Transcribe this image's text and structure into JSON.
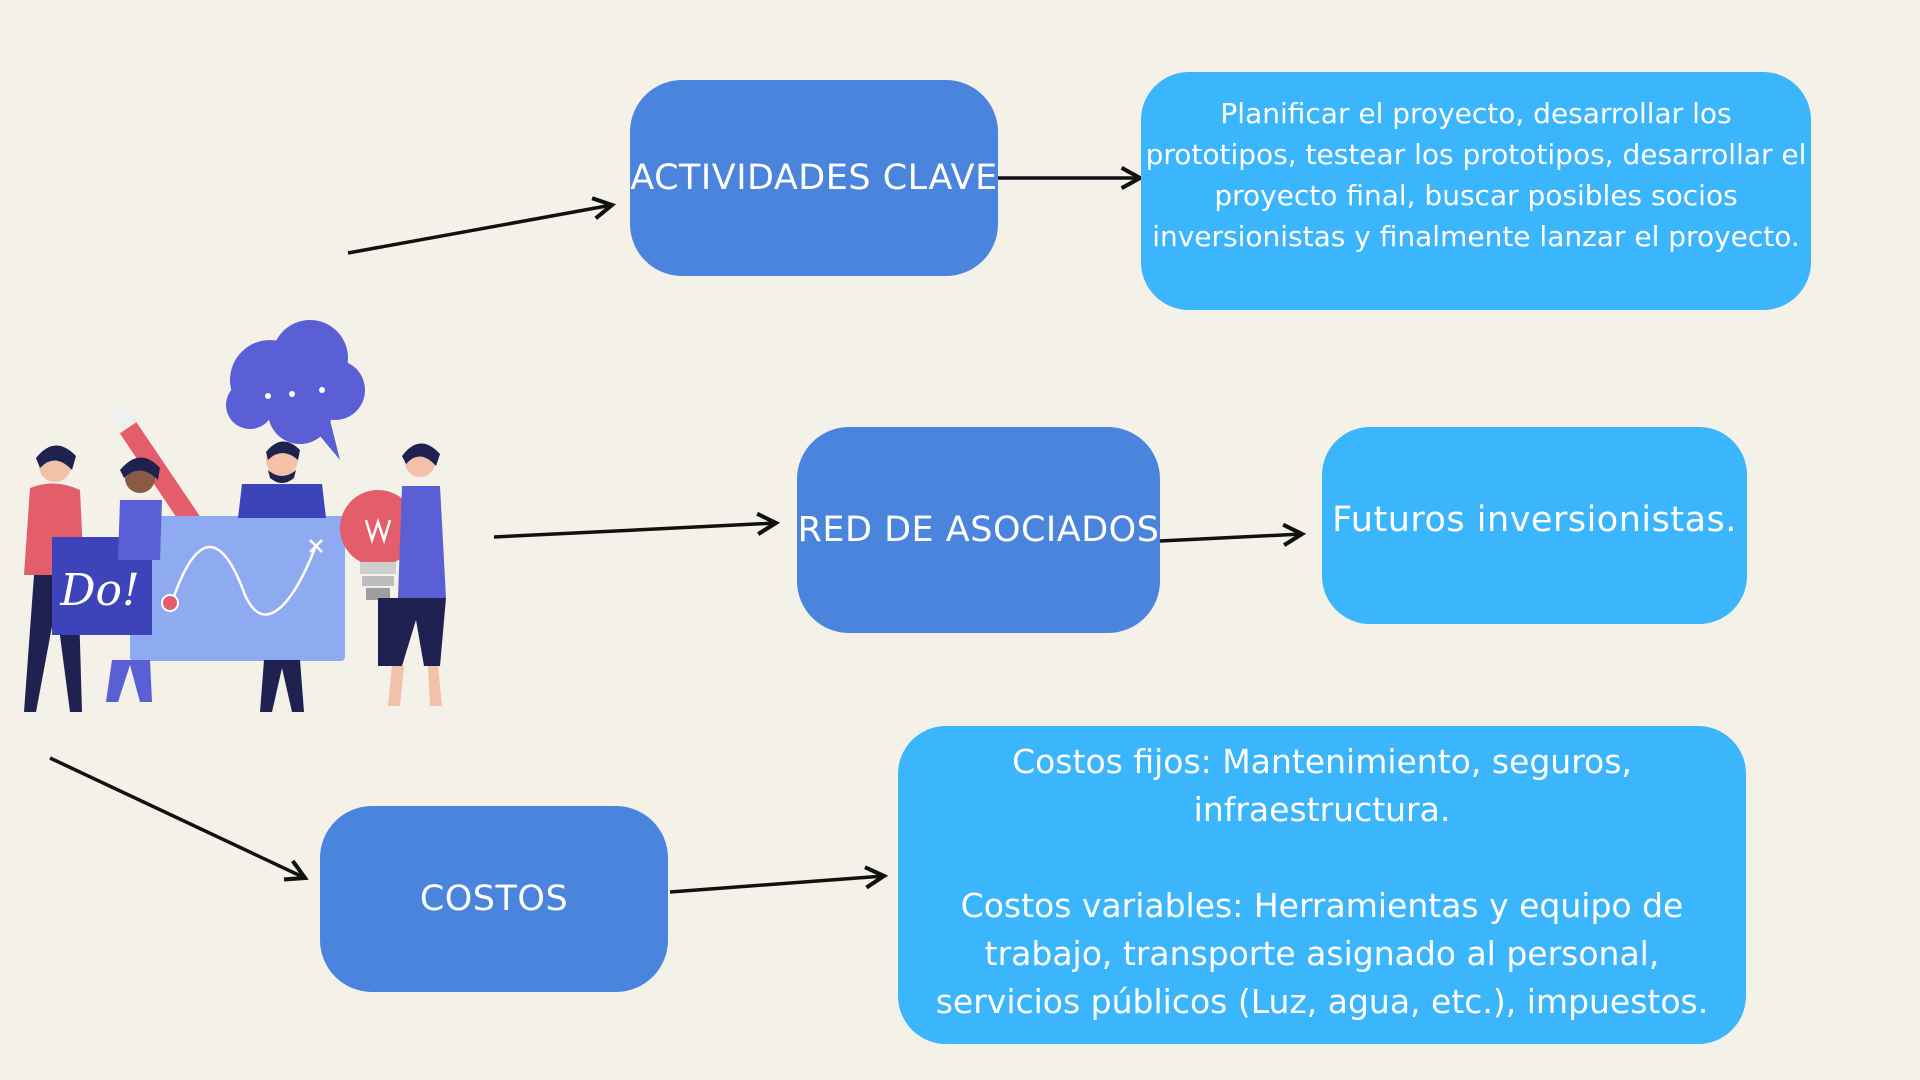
{
  "boxes": {
    "actividades_clave": "ACTIVIDADES CLAVE",
    "actividades_detalle": "Planificar el proyecto, desarrollar los prototipos, testear los prototipos, desarrollar el proyecto final, buscar posibles socios inversionistas y finalmente lanzar el proyecto.",
    "red_de_asociados": "RED DE ASOCIADOS",
    "red_detalle": "Futuros inversionistas.",
    "costos": "COSTOS",
    "costos_fijos": "Costos fijos: Mantenimiento, seguros, infraestructura.",
    "costos_variables": "Costos variables: Herramientas y equipo de trabajo, transporte asignado al personal, servicios públicos (Luz, agua, etc.), impuestos."
  },
  "illustration": {
    "sign_text": "Do!",
    "icons": [
      "team-illustration",
      "speech-bubble-icon",
      "lightbulb-icon",
      "pencil-icon"
    ]
  },
  "colors": {
    "background": "#f3f1e8",
    "primary_box": "#4a84dc",
    "secondary_box": "#3bb5fb",
    "arrow": "#111111"
  }
}
